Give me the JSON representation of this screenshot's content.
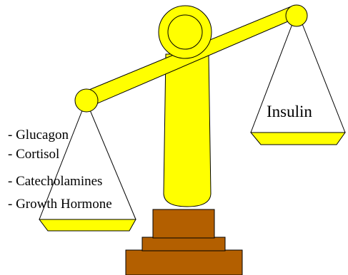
{
  "diagram": {
    "left_pan": {
      "items": [
        "- Glucagon",
        "- Cortisol",
        "- Catecholamines",
        "- Growth Hormone"
      ]
    },
    "right_pan": {
      "label": "Insulin"
    },
    "colors": {
      "scale": "#FFFF00",
      "base": "#B35F00",
      "outline": "#000000"
    }
  }
}
